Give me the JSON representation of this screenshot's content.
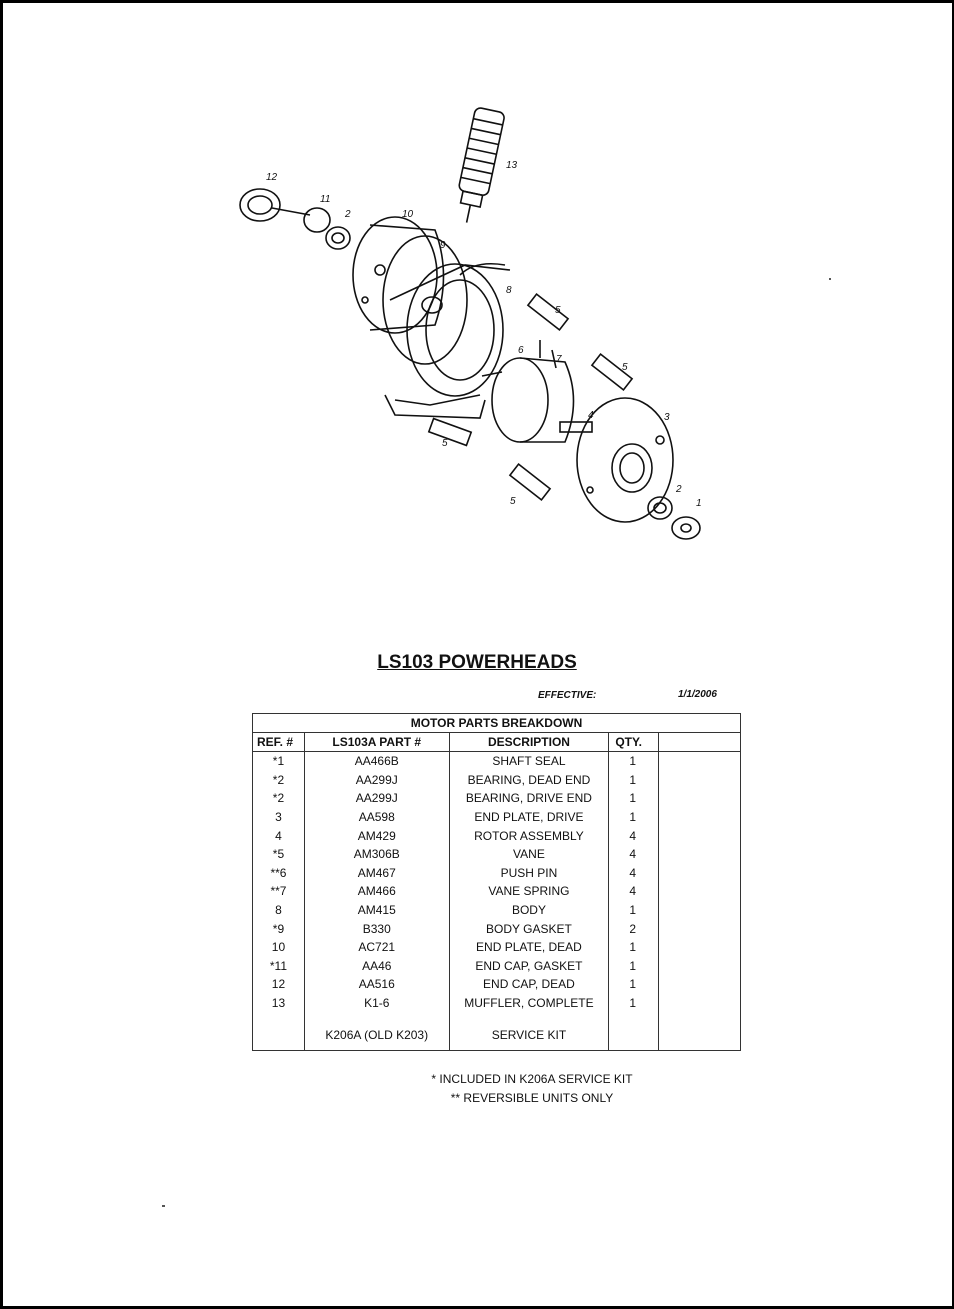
{
  "title": "LS103  POWERHEADS",
  "effective_label": "EFFECTIVE:",
  "effective_date": "1/1/2006",
  "table": {
    "caption": "MOTOR PARTS BREAKDOWN",
    "headers": [
      "REF. #",
      "LS103A PART #",
      "DESCRIPTION",
      "QTY."
    ],
    "rows": [
      [
        "*1",
        "AA466B",
        "SHAFT SEAL",
        "1"
      ],
      [
        "*2",
        "AA299J",
        "BEARING, DEAD END",
        "1"
      ],
      [
        "*2",
        "AA299J",
        "BEARING, DRIVE END",
        "1"
      ],
      [
        "3",
        "AA598",
        "END PLATE, DRIVE",
        "1"
      ],
      [
        "4",
        "AM429",
        "ROTOR ASSEMBLY",
        "4"
      ],
      [
        "*5",
        "AM306B",
        "VANE",
        "4"
      ],
      [
        "**6",
        "AM467",
        "PUSH PIN",
        "4"
      ],
      [
        "**7",
        "AM466",
        "VANE SPRING",
        "4"
      ],
      [
        "8",
        "AM415",
        "BODY",
        "1"
      ],
      [
        "*9",
        "B330",
        "BODY GASKET",
        "2"
      ],
      [
        "10",
        "AC721",
        "END PLATE, DEAD",
        "1"
      ],
      [
        "*11",
        "AA46",
        "END CAP, GASKET",
        "1"
      ],
      [
        "12",
        "AA516",
        "END CAP, DEAD",
        "1"
      ],
      [
        "13",
        "K1-6",
        "MUFFLER, COMPLETE",
        "1"
      ]
    ],
    "kit_row": [
      "",
      "K206A  (OLD K203)",
      "SERVICE KIT",
      ""
    ]
  },
  "notes": [
    "* INCLUDED IN K206A SERVICE KIT",
    "** REVERSIBLE UNITS ONLY"
  ],
  "diagram": {
    "labels": [
      "12",
      "11",
      "2",
      "10",
      "9",
      "13",
      "8",
      "5",
      "6",
      "7",
      "5",
      "4",
      "3",
      "5",
      "5",
      "2",
      "1"
    ]
  }
}
